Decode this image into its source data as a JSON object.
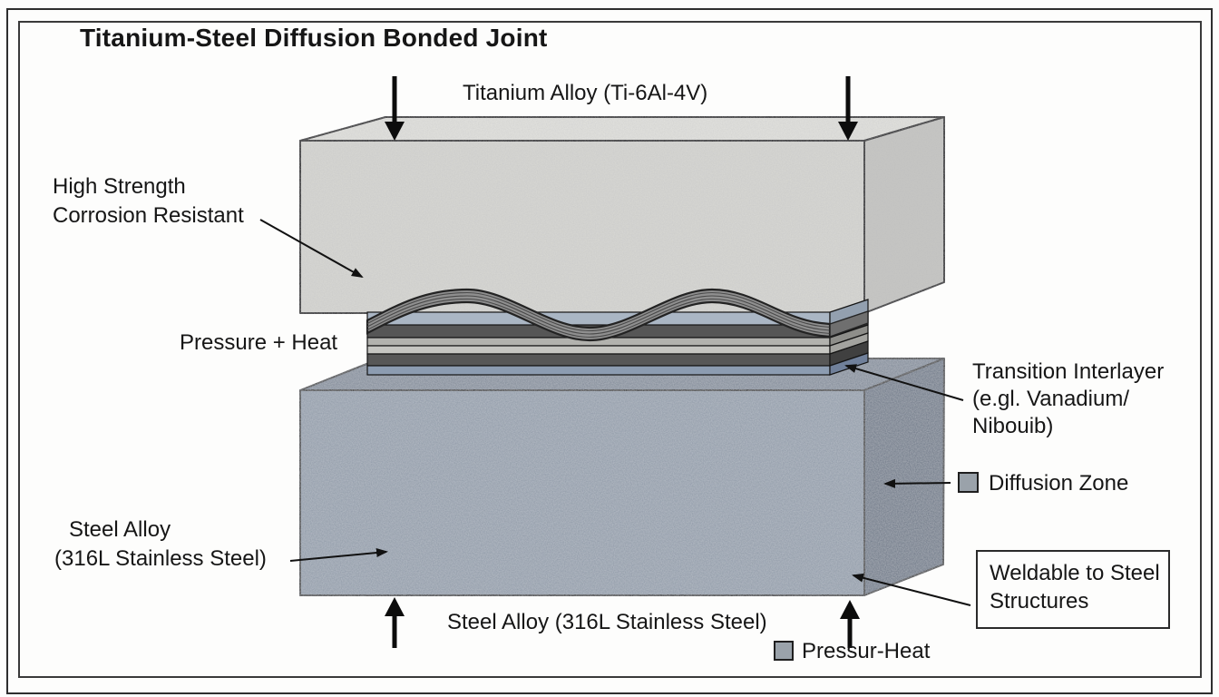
{
  "diagram": {
    "title": "Titanium-Steel Diffusion Bonded Joint",
    "labels": {
      "top_material": "Titanium Alloy (Ti-6Al-4V)",
      "titanium_property": {
        "line1": "High Strength",
        "line2": "Corrosion Resistant"
      },
      "process": "Pressure + Heat",
      "transition_interlayer": {
        "line1": "Transition Interlayer",
        "line2": "(e.gl. Vanadium/",
        "line3": "Nibouib)"
      },
      "diffusion_zone": "Diffusion Zone",
      "steel_left": {
        "line1": "Steel Alloy",
        "line2": "(316L Stainless Steel)"
      },
      "bottom_material": "Steel Alloy (316L Stainless Steel)",
      "weldable": {
        "line1": "Weldable to Steel",
        "line2": "Structures"
      },
      "pressure_heat_legend": "Pressur-Heat"
    },
    "materials": {
      "titanium_block": "Titanium Alloy (Ti-6Al-4V)",
      "steel_block": "Steel Alloy (316L Stainless Steel)",
      "interlayer": "Transition Interlayer"
    },
    "colors": {
      "titanium_front": "#d8d8d4",
      "titanium_side": "#c7c7c4",
      "titanium_top": "#e3e3df",
      "steel_front": "#8c97a5",
      "steel_top": "#7c8694",
      "steel_side": "#667181",
      "interlayer_dark": "#565656",
      "interlayer_light": "#c6c6c2",
      "diffusion_zone_strip": "#aab6c4",
      "interlayer_blue": "#8c9cb1",
      "wave_fill": "#8f8f8f",
      "legend_swatch": "#9aa2aa",
      "line_color": "#111111"
    },
    "icons": [
      "arrow-down-icon",
      "arrow-up-icon",
      "leader-arrow-icon",
      "legend-square-icon"
    ]
  }
}
